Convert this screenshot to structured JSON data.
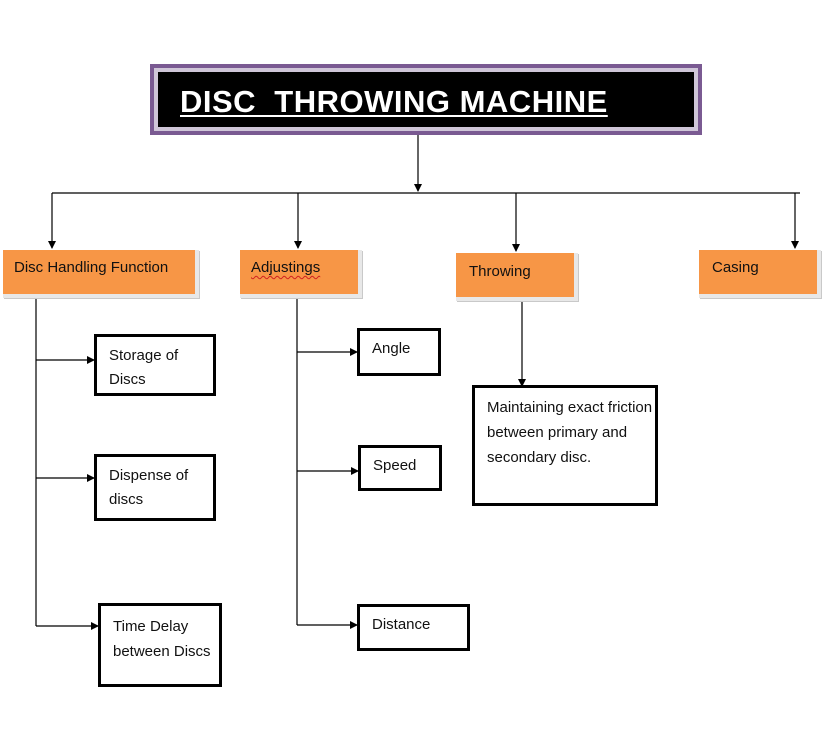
{
  "title": "DISC  THROWING MACHINE",
  "categories": {
    "disc_handling": "Disc Handling Function",
    "adjustings": "Adjustings",
    "throwing": "Throwing",
    "casing": "Casing"
  },
  "disc_handling_items": {
    "storage": "Storage of Discs",
    "dispense": "Dispense of discs",
    "time_delay": "Time Delay between Discs"
  },
  "adjusting_items": {
    "angle": "Angle",
    "speed": "Speed",
    "distance": "Distance"
  },
  "throwing_items": {
    "friction": "Maintaining  exact friction  between primary and secondary disc."
  },
  "colors": {
    "category_fill": "#f79646",
    "title_fill": "#000000",
    "title_border": "#7a5a92"
  }
}
